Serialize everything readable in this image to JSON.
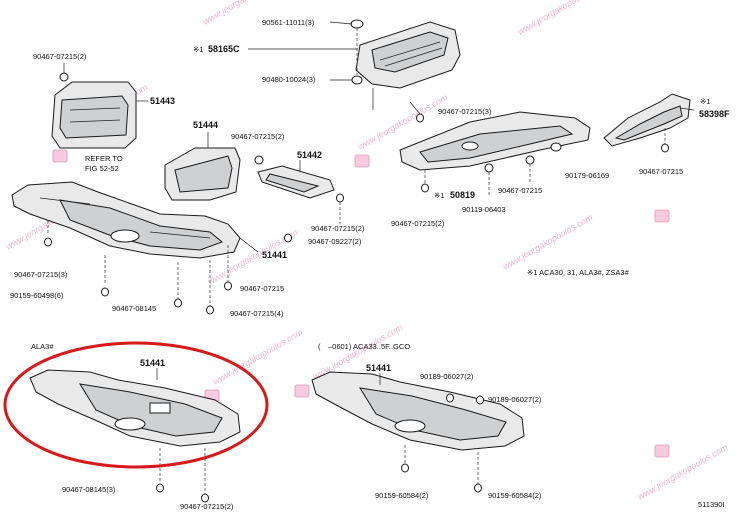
{
  "diagram_code": "511390I",
  "notes": {
    "applicability": "※1 ACA30, 31, ALA3#, ZSA3#",
    "refer_line1": "REFER TO",
    "refer_line2": "FIG 52-52",
    "variant_ala": "ALA3#",
    "variant_aca": "(　–0601) ACA33..5F..GCO"
  },
  "parts": {
    "p58165c": "58165C",
    "p58165c_mark": "※1",
    "p51443": "51443",
    "p51444": "51444",
    "p51442": "51442",
    "p51441_top": "51441",
    "p50819": "50819",
    "p50819_mark": "※1",
    "p58398f": "58398F",
    "p58398f_mark": "※1",
    "p51441_ala": "51441",
    "p51441_aca": "51441"
  },
  "fasteners": {
    "f_90561_11011": "90561-11011(3)",
    "f_90480_10024": "90480-10024(3)",
    "f_90467_07215_3_topright": "90467-07215(3)",
    "f_90467_07215_2_topleft": "90467-07215(2)",
    "f_90467_07215_2_mid": "90467-07215(2)",
    "f_90179_06169": "90179-06169",
    "f_90467_07215_rear": "90467-07215",
    "f_90467_07215_50819": "90467-07215",
    "f_90119_06403": "90119-06403",
    "f_90467_07215_2_50819": "90467-07215(2)",
    "f_90467_07215_2_51442": "90467-07215(2)",
    "f_90467_09227_2": "90467-09227(2)",
    "f_90467_07215_3_left": "90467-07215(3)",
    "f_90159_60498_6": "90159-60498(6)",
    "f_90467_08145": "90467-08145",
    "f_90467_07215_center": "90467-07215",
    "f_90467_07215_4": "90467-07215(4)",
    "f_90467_08145_3": "90467-08145(3)",
    "f_90467_07215_2_bottom": "90467-07215(2)",
    "f_90189_06027_2_a": "90189-06027(2)",
    "f_90189_06027_2_b": "90189-06027(2)",
    "f_90159_60584_2_a": "90159-60584(2)",
    "f_90159_60584_2_b": "90159-60584(2)"
  },
  "watermark": {
    "text": "www.jeorgakopoulos.com",
    "badge": "G"
  },
  "colors": {
    "highlight_ring": "#d7191c",
    "watermark": "#e07ab0"
  }
}
